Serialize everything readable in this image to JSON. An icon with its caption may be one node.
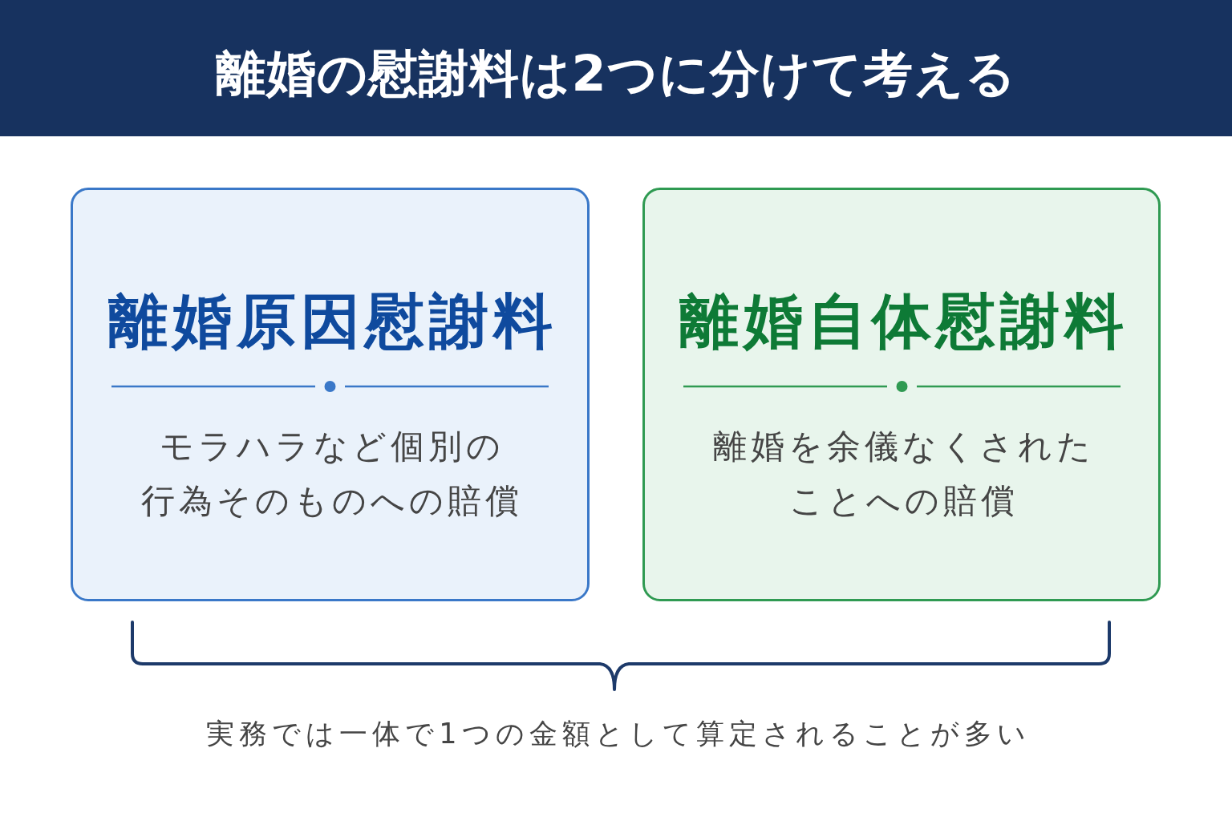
{
  "diagram": {
    "title": "離婚の慰謝料は2つに分けて考える",
    "nodes": [
      {
        "text": [
          "離婚原因慰謝料",
          "モラハラなど個別の行為そのものへの賠償"
        ]
      },
      {
        "text": [
          "離婚自体慰謝料",
          "離婚を余儀なくされたことへの賠償"
        ]
      }
    ],
    "labels": [
      "実務では一体で1つの金額として算定されることが多い"
    ]
  }
}
